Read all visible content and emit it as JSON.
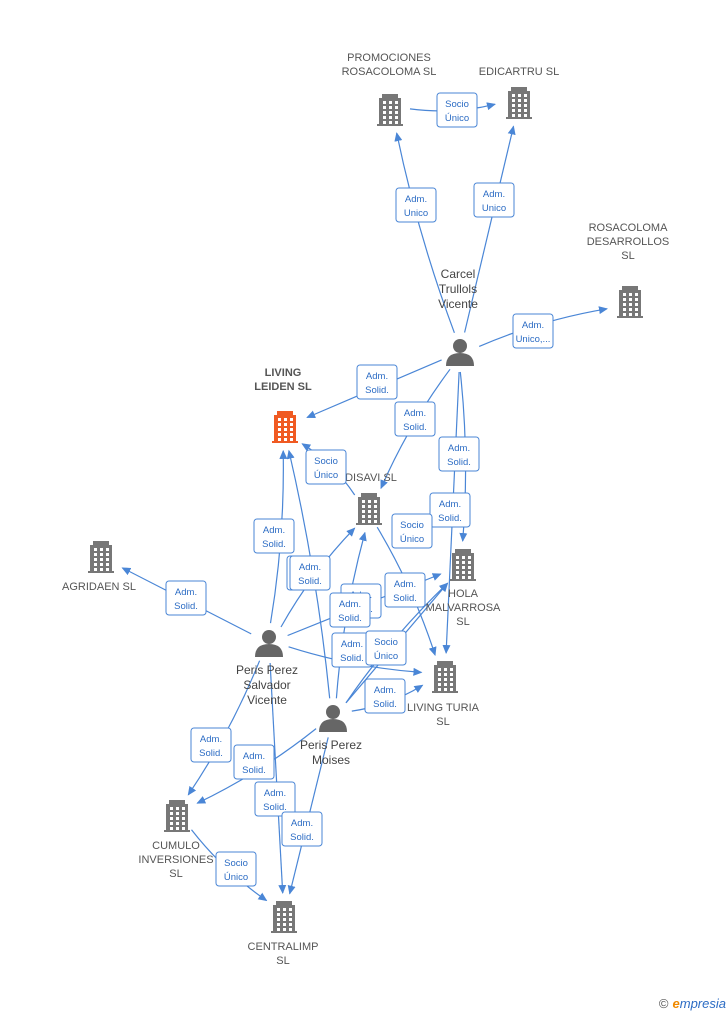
{
  "companies": [
    {
      "id": "promociones",
      "lines": [
        "PROMOCIONES",
        "ROSACOLOMA SL"
      ],
      "focus": false
    },
    {
      "id": "edicartru",
      "lines": [
        "EDICARTRU SL"
      ],
      "focus": false
    },
    {
      "id": "rosacoloma_des",
      "lines": [
        "ROSACOLOMA",
        "DESARROLLOS",
        "SL"
      ],
      "focus": false
    },
    {
      "id": "living_leiden",
      "lines": [
        "LIVING",
        "LEIDEN  SL"
      ],
      "focus": true
    },
    {
      "id": "disavi",
      "lines": [
        "DISAVI SL"
      ],
      "focus": false
    },
    {
      "id": "hola_malvarrosa",
      "lines": [
        "HOLA",
        "MALVARROSA",
        "SL"
      ],
      "focus": false
    },
    {
      "id": "agridaen",
      "lines": [
        "AGRIDAEN  SL"
      ],
      "focus": false
    },
    {
      "id": "living_turia",
      "lines": [
        "LIVING TURIA",
        "SL"
      ],
      "focus": false
    },
    {
      "id": "cumulo",
      "lines": [
        "CUMULO",
        "INVERSIONES",
        "SL"
      ],
      "focus": false
    },
    {
      "id": "centralimp",
      "lines": [
        "CENTRALIMP",
        "SL"
      ],
      "focus": false
    }
  ],
  "people": [
    {
      "id": "carcel",
      "lines": [
        "Carcel",
        "Trullols",
        "Vicente"
      ]
    },
    {
      "id": "peris_salvador",
      "lines": [
        "Peris Perez",
        "Salvador",
        "Vicente"
      ]
    },
    {
      "id": "peris_moises",
      "lines": [
        "Peris Perez",
        "Moises"
      ]
    }
  ],
  "relations": [
    {
      "from": "carcel",
      "to": "promociones",
      "lines": [
        "Adm.",
        "Unico"
      ]
    },
    {
      "from": "carcel",
      "to": "edicartru",
      "lines": [
        "Adm.",
        "Unico"
      ]
    },
    {
      "from": "promociones",
      "to": "edicartru",
      "lines": [
        "Socio",
        "Único"
      ]
    },
    {
      "from": "carcel",
      "to": "rosacoloma_des",
      "lines": [
        "Adm.",
        "Unico,..."
      ]
    },
    {
      "from": "carcel",
      "to": "living_leiden",
      "lines": [
        "Adm.",
        "Solid."
      ]
    },
    {
      "from": "carcel",
      "to": "disavi",
      "lines": [
        "Adm.",
        "Solid."
      ]
    },
    {
      "from": "carcel",
      "to": "hola_malvarrosa",
      "lines": [
        "Adm.",
        "Solid."
      ]
    },
    {
      "from": "carcel",
      "to": "living_turia",
      "lines": [
        "Adm.",
        "Solid."
      ]
    },
    {
      "from": "disavi",
      "to": "living_leiden",
      "lines": [
        "Socio",
        "Único"
      ]
    },
    {
      "from": "disavi",
      "to": "living_turia",
      "lines": [
        "Socio",
        "Único"
      ]
    },
    {
      "from": "peris_salvador",
      "to": "agridaen",
      "lines": [
        "Adm.",
        "Solid."
      ]
    },
    {
      "from": "peris_salvador",
      "to": "living_leiden",
      "lines": [
        "Adm.",
        "Solid."
      ]
    },
    {
      "from": "peris_salvador",
      "to": "disavi",
      "lines": [
        "Adm.",
        "Solid."
      ]
    },
    {
      "from": "peris_salvador",
      "to": "hola_malvarrosa",
      "lines": [
        "Adm.",
        "Solid."
      ]
    },
    {
      "from": "peris_salvador",
      "to": "living_turia",
      "lines": [
        "Adm.",
        "Solid."
      ]
    },
    {
      "from": "peris_salvador",
      "to": "cumulo",
      "lines": [
        "Adm.",
        "Solid."
      ]
    },
    {
      "from": "peris_salvador",
      "to": "centralimp",
      "lines": [
        "Adm.",
        "Solid."
      ]
    },
    {
      "from": "peris_moises",
      "to": "living_leiden",
      "lines": [
        "Adm.",
        "Solid."
      ]
    },
    {
      "from": "peris_moises",
      "to": "disavi",
      "lines": [
        "Adm.",
        "Solid."
      ]
    },
    {
      "from": "peris_moises",
      "to": "hola_malvarrosa",
      "lines": [
        "Socio",
        "Único"
      ]
    },
    {
      "from": "peris_moises",
      "to": "living_turia",
      "lines": [
        "Adm.",
        "Solid."
      ]
    },
    {
      "from": "peris_moises",
      "to": "cumulo",
      "lines": [
        "Adm.",
        "Solid."
      ]
    },
    {
      "from": "peris_moises",
      "to": "centralimp",
      "lines": [
        "Adm.",
        "Solid."
      ]
    },
    {
      "from": "cumulo",
      "to": "centralimp",
      "lines": [
        "Socio",
        "Único"
      ]
    },
    {
      "from": "peris_moises",
      "to": "hola_malvarrosa",
      "lines": [
        "Adm.",
        "Solid."
      ]
    }
  ],
  "colors": {
    "edge": "#4a86d6",
    "company": "#777777",
    "focus": "#f05a22",
    "person": "#666666"
  },
  "watermark": {
    "symbol": "©",
    "brand_initial": "e",
    "brand_rest": "mpresia"
  }
}
